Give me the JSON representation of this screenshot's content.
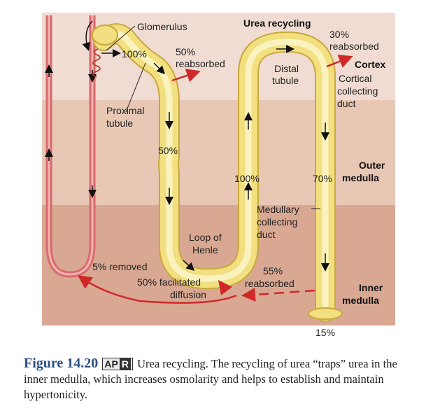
{
  "labels": {
    "glomerulus": "Glomerulus",
    "urea_recycling": "Urea recycling",
    "pct_100_top": "100%",
    "pct_50_reabsorbed": "50%",
    "reabsorbed_1": "reabsorbed",
    "pct_30": "30%",
    "reabsorbed_2": "reabsorbed",
    "distal_1": "Distal",
    "distal_2": "tubule",
    "cortex": "Cortex",
    "cortical_1": "Cortical",
    "cortical_2": "collecting",
    "cortical_3": "duct",
    "proximal_1": "Proximal",
    "proximal_2": "tubule",
    "pct_50_mid": "50%",
    "outer_1": "Outer",
    "outer_2": "medulla",
    "pct_100_mid": "100%",
    "pct_70": "70%",
    "medullary_1": "Medullary",
    "medullary_2": "collecting",
    "medullary_3": "duct",
    "loop_1": "Loop of",
    "loop_2": "Henle",
    "removed": "5% removed",
    "pct_55": "55%",
    "reabsorbed_3": "reabsorbed",
    "facilitated_1": "50% facilitated",
    "facilitated_2": "diffusion",
    "inner_1": "Inner",
    "inner_2": "medulla",
    "pct_15": "15%"
  },
  "caption": {
    "figure": "Figure 14.20",
    "apr_a": "AP",
    "apr_b": "R",
    "text": " Urea recycling. The recycling of urea “traps” urea in the inner medulla, which increases osmolarity and helps to establish and maintain hypertonicity."
  },
  "colors": {
    "cortex_band": "#f0dcd2",
    "outer_band": "#e8c8b5",
    "inner_band": "#d9a892",
    "tubule": "#f0dc78",
    "tubule_edge": "#c9a83c",
    "vessel": "#d86a6e",
    "reabsorb_arrow": "#d02828"
  }
}
